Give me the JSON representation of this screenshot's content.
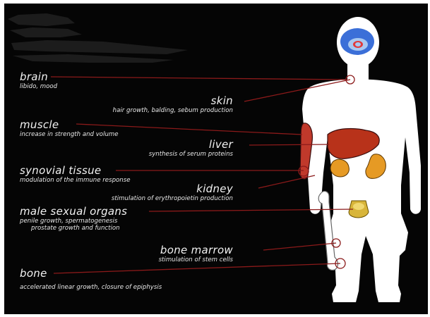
{
  "colors": {
    "background": "#050505",
    "body": "#ffffff",
    "leader_line": "#8b1a1a",
    "label_text": "#f2f2f2",
    "brain_fill": "#3b6fd8",
    "muscle_fill": "#c0392b",
    "liver_fill": "#b8321a",
    "kidney_fill": "#e69a24",
    "genital_fill": "#d8b53a"
  },
  "labels": [
    {
      "key": "brain",
      "title": "brain",
      "desc": [
        "libido, mood"
      ]
    },
    {
      "key": "skin",
      "title": "skin",
      "desc": [
        "hair growth, balding, sebum production"
      ]
    },
    {
      "key": "muscle",
      "title": "muscle",
      "desc": [
        "increase in strength and volume"
      ]
    },
    {
      "key": "liver",
      "title": "liver",
      "desc": [
        "synthesis of serum proteins"
      ]
    },
    {
      "key": "synovial",
      "title": "synovial tissue",
      "desc": [
        "modulation of the immune response"
      ]
    },
    {
      "key": "kidney",
      "title": "kidney",
      "desc": [
        "stimulation of erythropoietin production"
      ]
    },
    {
      "key": "male",
      "title": "male sexual organs",
      "desc": [
        "penile growth, spermatogenesis",
        "prostate growth and function"
      ]
    },
    {
      "key": "marrow",
      "title": "bone marrow",
      "desc": [
        "stimulation of stem cells"
      ]
    },
    {
      "key": "bone",
      "title": "bone",
      "desc": [
        "accelerated linear growth, closure of epiphysis"
      ]
    }
  ]
}
